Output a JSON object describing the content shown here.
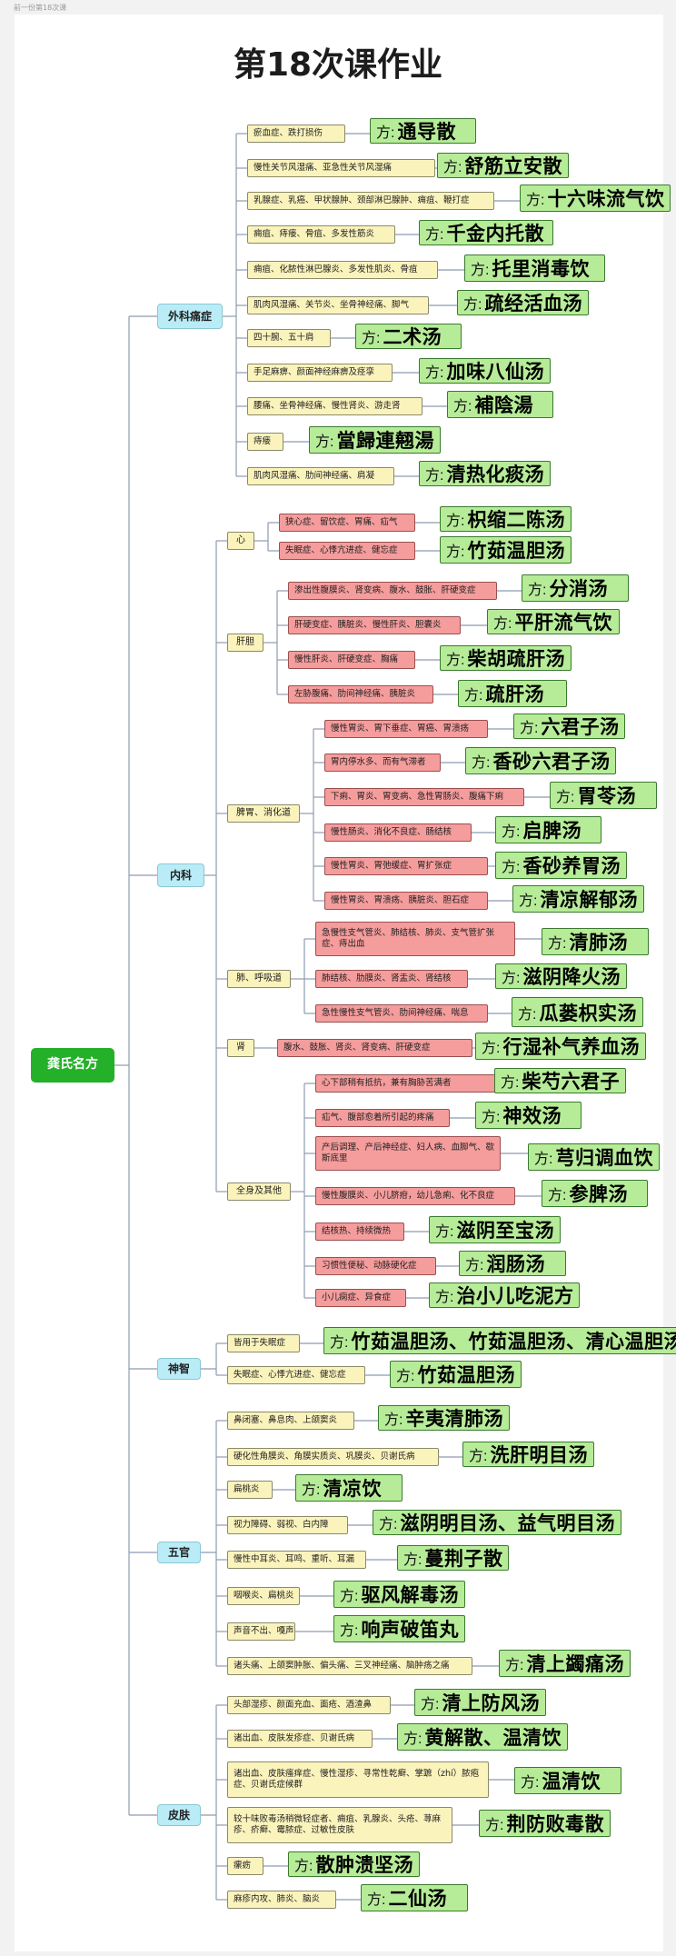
{
  "breadcrumb": "前一份第18次课",
  "title": "第18次课作业",
  "root": "龚氏名方",
  "rx_prefix": "方:",
  "categories": [
    {
      "id": "c0",
      "label": "外科痛症"
    },
    {
      "id": "c1",
      "label": "内科"
    },
    {
      "id": "c2",
      "label": "神智"
    },
    {
      "id": "c3",
      "label": "五官"
    },
    {
      "id": "c4",
      "label": "皮肤"
    }
  ],
  "subgroups": [
    {
      "id": "s0",
      "label": "心"
    },
    {
      "id": "s1",
      "label": "肝胆"
    },
    {
      "id": "s2",
      "label": "脾胃、消化道"
    },
    {
      "id": "s3",
      "label": "肺、呼吸道"
    },
    {
      "id": "s4",
      "label": "肾"
    },
    {
      "id": "s5",
      "label": "全身及其他"
    }
  ],
  "items": [
    {
      "id": "i0",
      "text": "瘀血症、跌打损伤",
      "rx": "通导散"
    },
    {
      "id": "i1",
      "text": "慢性关节风湿痛、亚急性关节风湿痛",
      "rx": "舒筋立安散"
    },
    {
      "id": "i2",
      "text": "乳腺症、乳癌、甲状腺肿、颈部淋巴腺肿、痈疽、鞭打症",
      "rx": "十六味流气饮"
    },
    {
      "id": "i3",
      "text": "痈疽、痔瘘、骨疽、多发性筋炎",
      "rx": "千金内托散"
    },
    {
      "id": "i4",
      "text": "痈疽、化脓性淋巴腺炎、多发性肌炎、骨疽",
      "rx": "托里消毒饮"
    },
    {
      "id": "i5",
      "text": "肌肉风湿痛、关节炎、坐骨神经痛、脚气",
      "rx": "疏经活血汤"
    },
    {
      "id": "i6",
      "text": "四十腕、五十肩",
      "rx": "二术汤"
    },
    {
      "id": "i7",
      "text": "手足麻痹、颜面神经麻痹及痉挛",
      "rx": "加味八仙汤"
    },
    {
      "id": "i8",
      "text": "腰痛、坐骨神经痛、慢性肾炎、游走肾",
      "rx": "補陰湯"
    },
    {
      "id": "i9",
      "text": "痔瘘",
      "rx": "當歸連翹湯"
    },
    {
      "id": "i10",
      "text": "肌肉风湿痛、肋间神经痛、肩凝",
      "rx": "清热化痰汤"
    },
    {
      "id": "i11",
      "text": "狭心症、留饮症、胃痛、疝气",
      "rx": "枳缩二陈汤"
    },
    {
      "id": "i12",
      "text": "失眠症、心悸亢进症、健忘症",
      "rx": "竹茹温胆汤"
    },
    {
      "id": "i13",
      "text": "渗出性腹膜炎、肾变病、腹水、鼓胀、肝硬变症",
      "rx": "分消汤"
    },
    {
      "id": "i14",
      "text": "肝硬变症、胰脏炎、慢性肝炎、胆囊炎",
      "rx": "平肝流气饮"
    },
    {
      "id": "i15",
      "text": "慢性肝炎、肝硬变症、胸痛",
      "rx": "柴胡疏肝汤"
    },
    {
      "id": "i16",
      "text": "左胁腹痛、肋间神经痛、胰脏炎",
      "rx": "疏肝汤"
    },
    {
      "id": "i17",
      "text": "慢性胃炎、胃下垂症、胃癌、胃溃疡",
      "rx": "六君子汤"
    },
    {
      "id": "i18",
      "text": "胃内停水多、而有气滞者",
      "rx": "香砂六君子汤"
    },
    {
      "id": "i19",
      "text": "下痢、胃炎、胃变病、急性胃肠炎、腹痛下痢",
      "rx": "胃苓汤"
    },
    {
      "id": "i20",
      "text": "慢性肠炎、消化不良症、肠结核",
      "rx": "启脾汤"
    },
    {
      "id": "i21",
      "text": "慢性胃炎、胃弛缓症、胃扩张症",
      "rx": "香砂养胃汤"
    },
    {
      "id": "i22",
      "text": "慢性胃炎、胃溃疡、胰脏炎、胆石症",
      "rx": "清凉解郁汤"
    },
    {
      "id": "i23",
      "text": "急慢性支气管炎、肺结核、肺炎、支气管扩张症、痔出血",
      "rx": "清肺汤"
    },
    {
      "id": "i24",
      "text": "肺结核、肋膜炎、肾盂炎、肾结核",
      "rx": "滋阴降火汤"
    },
    {
      "id": "i25",
      "text": "急性慢性支气管炎、肋间神经痛、喘息",
      "rx": "瓜蒌枳实汤"
    },
    {
      "id": "i26",
      "text": "腹水、鼓胀、肾炎、肾变病、肝硬变症",
      "rx": "行湿补气养血汤"
    },
    {
      "id": "i27",
      "text": "心下部稍有抵抗，兼有胸胁苦满者",
      "rx": "柴芍六君子"
    },
    {
      "id": "i28",
      "text": "疝气、腹部愈着所引起的疼痛",
      "rx": "神效汤"
    },
    {
      "id": "i29",
      "text": "产后调理、产后神经症、妇人病、血脚气、歇斯底里",
      "rx": "芎归调血饮"
    },
    {
      "id": "i30",
      "text": "慢性腹膜炎、小儿脐疳，幼儿急痢、化不良症",
      "rx": "参脾汤"
    },
    {
      "id": "i31",
      "text": "结核热、持续微热",
      "rx": "滋阴至宝汤"
    },
    {
      "id": "i32",
      "text": "习惯性便秘、动脉硬化症",
      "rx": "润肠汤"
    },
    {
      "id": "i33",
      "text": "小儿痫症、异食症",
      "rx": "治小儿吃泥方"
    },
    {
      "id": "i34",
      "text": "皆用于失眠症",
      "rx": "竹茹温胆汤、竹茹温胆汤、清心温胆汤"
    },
    {
      "id": "i35",
      "text": "失眠症、心悸亢进症、健忘症",
      "rx": "竹茹温胆汤"
    },
    {
      "id": "i36",
      "text": "鼻闭塞、鼻息肉、上颌窦炎",
      "rx": "辛夷清肺汤"
    },
    {
      "id": "i37",
      "text": "硬化性角膜炎、角膜实质炎、巩膜炎、贝谢氏病",
      "rx": "洗肝明目汤"
    },
    {
      "id": "i38",
      "text": "扁桃炎",
      "rx": "清凉饮"
    },
    {
      "id": "i39",
      "text": "视力障碍、弱视、白内障",
      "rx": "滋阴明目汤、益气明目汤"
    },
    {
      "id": "i40",
      "text": "慢性中耳炎、耳鸣、重听、耳漏",
      "rx": "蔓荆子散"
    },
    {
      "id": "i41",
      "text": "咽喉炎、扁桃炎",
      "rx": "驱风解毒汤"
    },
    {
      "id": "i42",
      "text": "声音不出、嘎声",
      "rx": "响声破笛丸"
    },
    {
      "id": "i43",
      "text": "诸头痛、上颌窦肿胀、偏头痛、三叉神经痛、脑肿疡之痛",
      "rx": "清上蠲痛汤"
    },
    {
      "id": "i44",
      "text": "头部湿疹、颜面充血、面疮、酒渣鼻",
      "rx": "清上防风汤"
    },
    {
      "id": "i45",
      "text": "诸出血、皮肤发疹症、贝谢氏病",
      "rx": "黄解散、温清饮"
    },
    {
      "id": "i46",
      "text": "诸出血、皮肤瘙痒症、慢性湿疹、寻常性乾癣、掌蹠（zhí）脓疱症、贝谢氏症候群",
      "rx": "温清饮"
    },
    {
      "id": "i47",
      "text": "较十味败毒汤稍微轻症者、痈疽、乳腺炎、头疮、荨麻疹、疥癣、霉脓症、过敏性皮肤",
      "rx": "荆防败毒散"
    },
    {
      "id": "i48",
      "text": "瘰疬",
      "rx": "散肿溃坚汤"
    },
    {
      "id": "i49",
      "text": "麻疹内攻、肺炎、脑炎",
      "rx": "二仙汤"
    }
  ],
  "colors": {
    "root": "#25b02a",
    "category": "#b9ecf6",
    "yellow_item": "#fbf3bc",
    "red_item": "#f59c9c",
    "prescription": "#b6eb98",
    "connector": "#8e9bb0"
  }
}
